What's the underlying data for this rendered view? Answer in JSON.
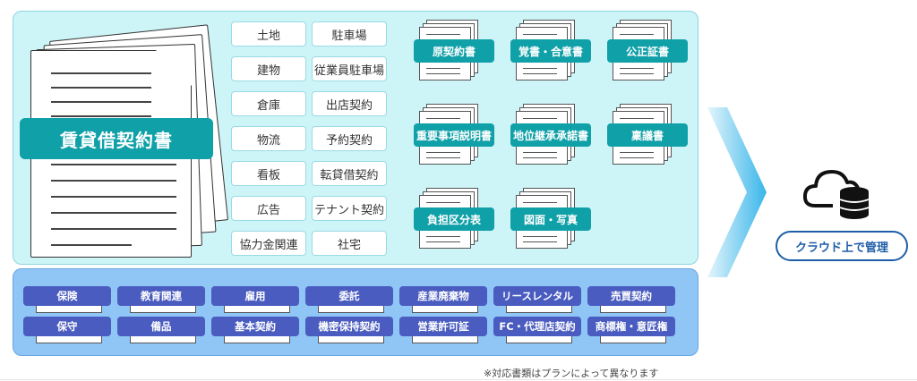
{
  "main_document": {
    "label": "賃貸借契約書"
  },
  "contract_types": [
    "土地",
    "駐車場",
    "建物",
    "従業員駐車場",
    "倉庫",
    "出店契約",
    "物流",
    "予約契約",
    "看板",
    "転貸借契約",
    "広告",
    "テナント契約",
    "協力金関連",
    "社宅"
  ],
  "related_documents": [
    "原契約書",
    "覚書・合意書",
    "公正証書",
    "重要事項説明書",
    "地位継承承諾書",
    "稟議書",
    "負担区分表",
    "図面・写真"
  ],
  "other_contracts": [
    "保険",
    "教育関連",
    "雇用",
    "委託",
    "産業廃棄物",
    "リースレンタル",
    "売買契約",
    "保守",
    "備品",
    "基本契約",
    "機密保持契約",
    "営業許可証",
    "FC・代理店契約",
    "商標権・意匠権"
  ],
  "cloud": {
    "label": "クラウド上で管理",
    "icon": "cloud-database-icon"
  },
  "note": "※対応書類はプランによって異なります",
  "colors": {
    "teal": "#0fa0a8",
    "light_panel": "#cdf4f7",
    "blue_panel": "#8fc6f6",
    "indigo": "#4a5cbf",
    "arrow": "#39b6ea",
    "navy": "#1e5ea8"
  }
}
